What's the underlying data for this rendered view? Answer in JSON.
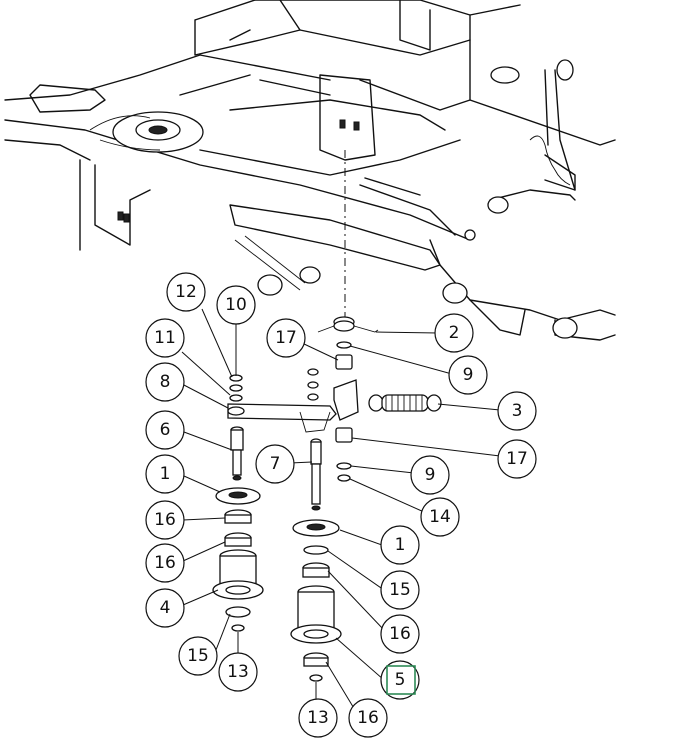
{
  "callouts": [
    {
      "id": "c12",
      "label": "12"
    },
    {
      "id": "c10",
      "label": "10"
    },
    {
      "id": "c11",
      "label": "11"
    },
    {
      "id": "c8",
      "label": "8"
    },
    {
      "id": "c6",
      "label": "6"
    },
    {
      "id": "c1a",
      "label": "1"
    },
    {
      "id": "c16a",
      "label": "16"
    },
    {
      "id": "c16b",
      "label": "16"
    },
    {
      "id": "c4",
      "label": "4"
    },
    {
      "id": "c15a",
      "label": "15"
    },
    {
      "id": "c13a",
      "label": "13"
    },
    {
      "id": "c17a",
      "label": "17"
    },
    {
      "id": "c2",
      "label": "2"
    },
    {
      "id": "c9a",
      "label": "9"
    },
    {
      "id": "c3",
      "label": "3"
    },
    {
      "id": "c17b",
      "label": "17"
    },
    {
      "id": "c7",
      "label": "7"
    },
    {
      "id": "c9b",
      "label": "9"
    },
    {
      "id": "c14",
      "label": "14"
    },
    {
      "id": "c1b",
      "label": "1"
    },
    {
      "id": "c15b",
      "label": "15"
    },
    {
      "id": "c16c",
      "label": "16"
    },
    {
      "id": "c5",
      "label": "5",
      "highlighted": true
    },
    {
      "id": "c13b",
      "label": "13"
    },
    {
      "id": "c16d",
      "label": "16"
    }
  ],
  "colors": {
    "line": "#111111",
    "highlight": "#2e8b57"
  }
}
